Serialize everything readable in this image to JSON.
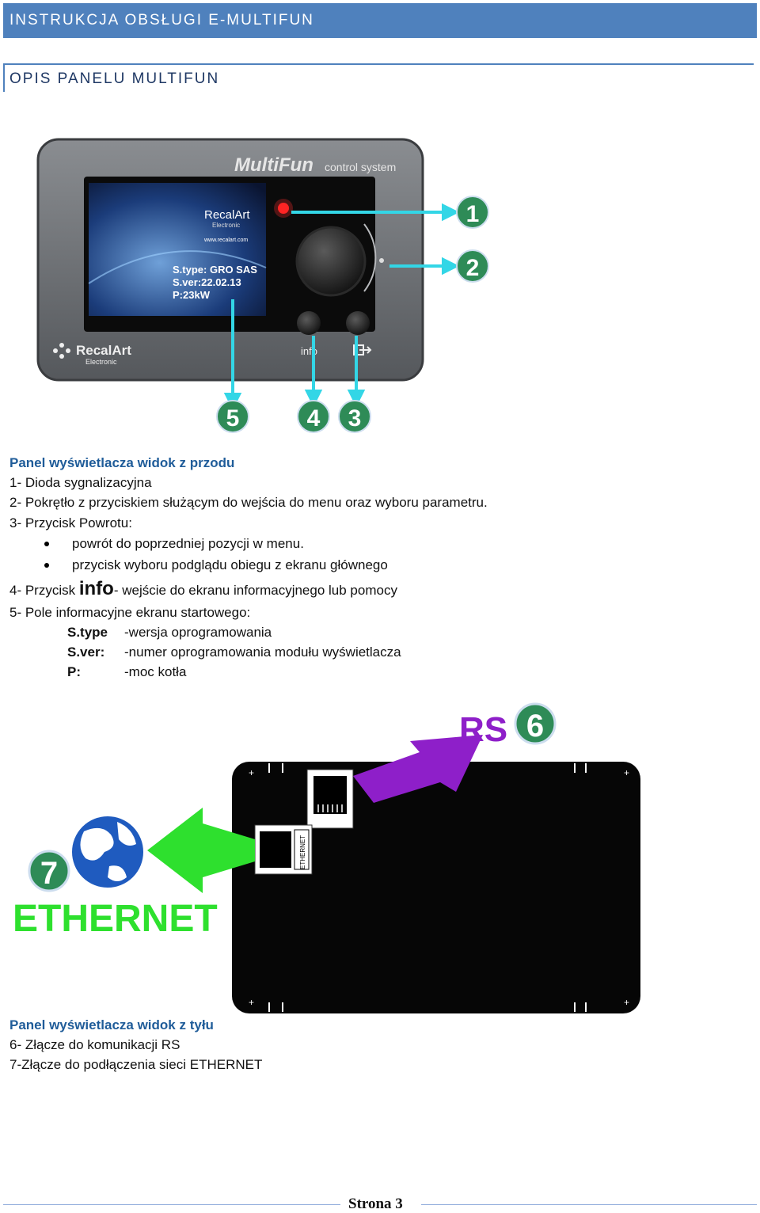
{
  "header": {
    "title": "INSTRUKCJA OBSŁUGI E-MULTIFUN"
  },
  "section": {
    "title": "OPIS PANELU MULTIFUN"
  },
  "front_panel": {
    "device_brand": "MultiFun",
    "device_sub": "control system",
    "screen_logo": "RecalArt",
    "screen_logo_sub": "Electronic",
    "screen_url": "www.recalart.com",
    "screen_lines": [
      "S.type: GRO SAS",
      "S.ver:22.02.13",
      "P:23kW"
    ],
    "bottom_logo": "RecalArt",
    "bottom_logo_sub": "Electronic",
    "info_label": "info",
    "callouts": [
      "1",
      "2",
      "3",
      "4",
      "5"
    ]
  },
  "front_desc": {
    "heading": "Panel wyświetlacza widok z przodu",
    "item1": "1- Dioda sygnalizacyjna",
    "item2": "2- Pokrętło z przyciskiem służącym do wejścia do menu oraz wyboru parametru.",
    "item3": "3- Przycisk Powrotu:",
    "bullets": [
      "powrót do poprzedniej pozycji w  menu.",
      "przycisk wyboru podglądu obiegu z ekranu głównego"
    ],
    "item4_pre": "4- Przycisk ",
    "item4_big": "info",
    "item4_post": "- wejście do ekranu informacyjnego lub pomocy",
    "item5": "5- Pole informacyjne ekranu startowego:",
    "defs": [
      {
        "term": "S.type",
        "desc": "-wersja oprogramowania"
      },
      {
        "term": "S.ver:",
        "desc": "-numer oprogramowania modułu wyświetlacza"
      },
      {
        "term": "P:",
        "desc": "-moc kotła"
      }
    ]
  },
  "back_panel": {
    "rs_label": "RS",
    "rs_number": "6",
    "eth_number": "7",
    "eth_label": "ETHERNET",
    "port_label": "ETHERNET"
  },
  "back_desc": {
    "heading": "Panel wyświetlacza widok z tyłu",
    "item6": "6- Złącze do komunikacji RS",
    "item7": "7-Złącze do podłączenia sieci ETHERNET"
  },
  "footer": {
    "page": "Strona 3"
  },
  "colors": {
    "header": "#4f81bd",
    "callout_green": "#2e8b57",
    "arrow_cyan": "#33d6e6",
    "arrow_purple": "#8e1fc9",
    "arrow_green": "#2ee02e"
  }
}
